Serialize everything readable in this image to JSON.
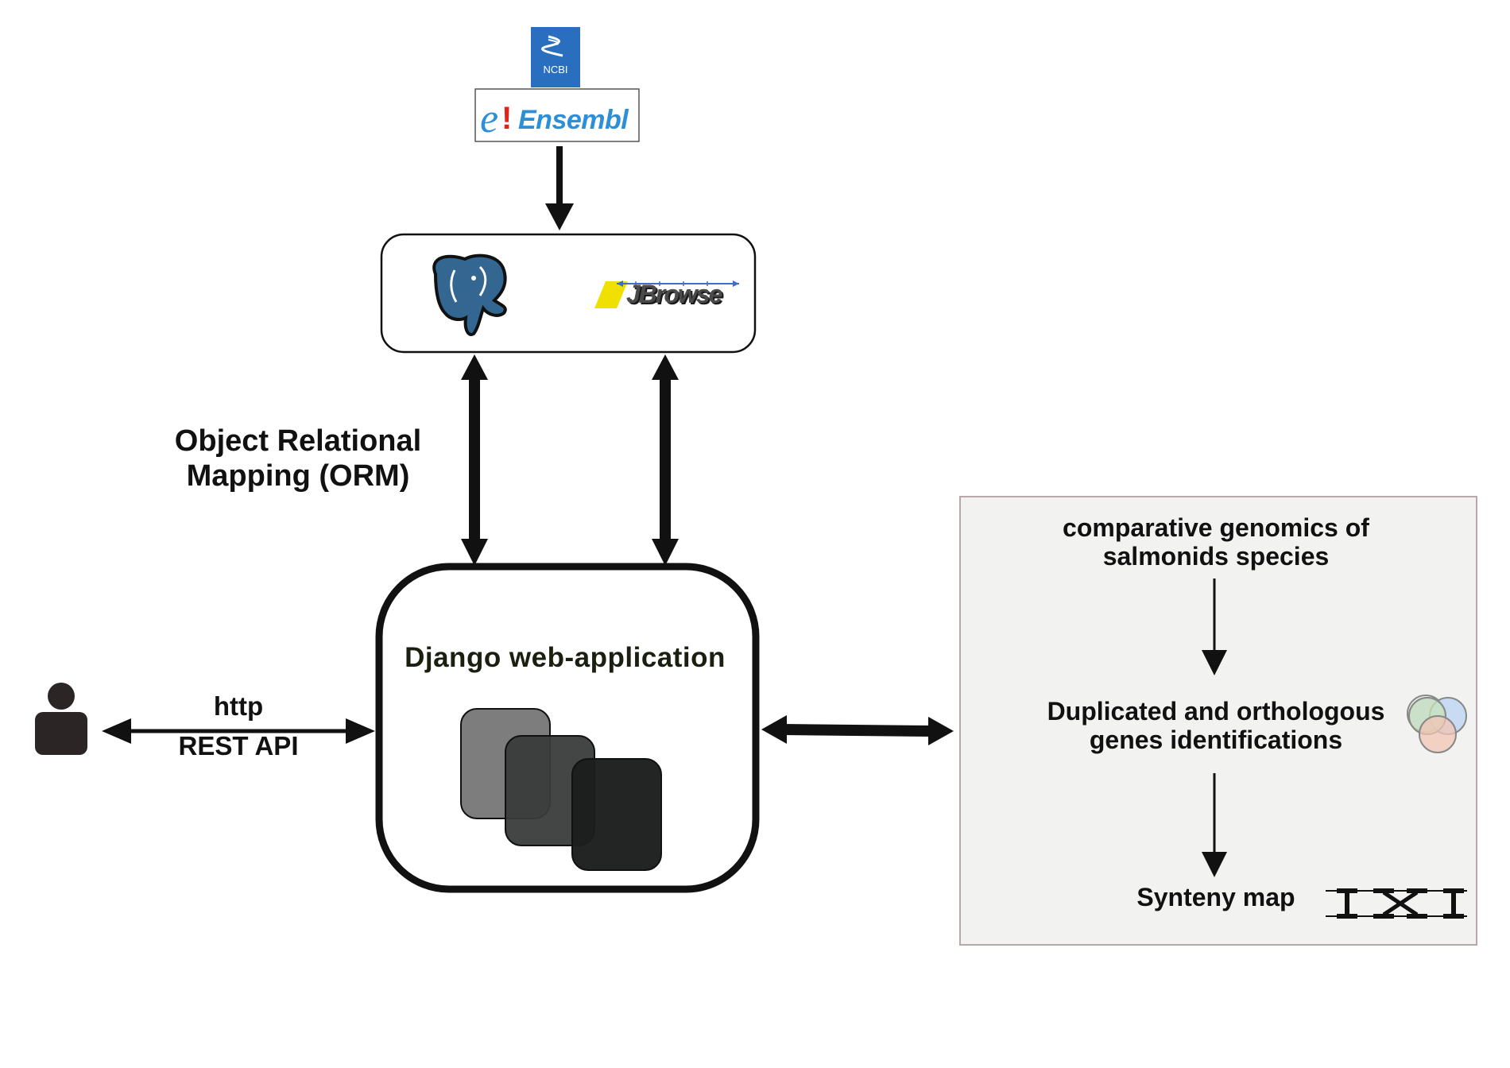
{
  "sources": {
    "ncbi_label": "NCBI",
    "ensembl_label": "Ensembl",
    "ensembl_mark": "e!"
  },
  "storage": {
    "jbrowse_label": "JBrowse",
    "postgres_icon": "postgresql-elephant-icon"
  },
  "orm_label": "Object Relational Mapping (ORM)",
  "client": {
    "icon": "user-icon",
    "protocol_label": "http",
    "api_label": "REST API"
  },
  "app": {
    "title": "Django web-application",
    "icon": "stacked-windows-icon"
  },
  "pipeline": {
    "step1": "comparative genomics of salmonids species",
    "step2": "Duplicated and orthologous genes identifications",
    "step3": "Synteny map",
    "step2_icon": "venn-diagram-icon",
    "step3_icon": "synteny-icon"
  },
  "colors": {
    "ncbi_blue": "#2a6ebf",
    "ensembl_blue": "#2d8fd8",
    "ensembl_red": "#e2231a",
    "postgres_blue": "#336791",
    "jbrowse_yellow": "#f0e000",
    "panel_bg": "#f2f3f1",
    "panel_border": "#b9a8aa",
    "dark": "#111111"
  }
}
